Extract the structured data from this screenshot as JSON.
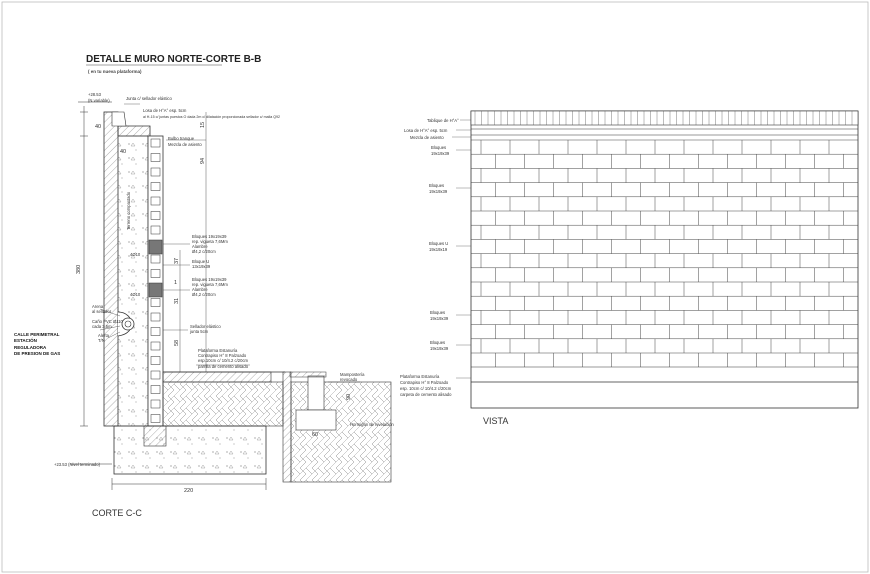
{
  "drawing": {
    "title": "DETALLE MURO NORTE-CORTE B-B",
    "subtitle": "( en tu nueva plataforma)",
    "left_view_caption": "CORTE C-C",
    "right_view_caption": "VISTA"
  },
  "section_labels": {
    "top_level": "+28.53",
    "top_level_note": "(N.variable)",
    "junta": "Junta c/ sellador elástico",
    "losa_hv": "Losa de H°A° esp. 5cm",
    "losa_detail": "al H-15 c/ juntas puestos O dada 2m c/ dilatación proporcionada sellador c/ malla Q92",
    "bulbo": "Bulbo tranque",
    "mezcla": "Mezcla de asiento",
    "terreno": "Terreno compactado",
    "bloque_1": "Bloques 19x19x39",
    "bloque_1_detail": "rep. vigueta 7,6Mm",
    "bloque_1_alambre": "Alambre",
    "bloque_1_esp": "Ø4,2 c/20cm",
    "bloque_u": "Bloque U",
    "bloque_u_size": "13x19x39",
    "bloque_2": "Bloques 19x19x39",
    "bloque_2_detail": "rep. vigueta 7,6Mm",
    "bloque_2_alambre": "Alambre",
    "bloque_2_esp": "Ø4,2 c/20cm",
    "sellador": "Sellador elástico",
    "sellador_junta": "junta 5cm",
    "arena": "Arena",
    "arena_2": "al sellador",
    "caño": "Caño PVC Ø110",
    "caño_2": "cada 3,5m",
    "alerta": "Alerta",
    "alerta_2": "T/N",
    "calle_1": "CALLE PERIMETRAL",
    "calle_2": "ESTACIÓN",
    "calle_3": "REGULADORA",
    "calle_4": "DE PRESION DE GAS",
    "plataforma_1": "Plataforma Estanuría",
    "plataforma_2": "Contrapiso H° 8 Palzoado",
    "plataforma_3": "esp.10cm c/ 10/4.2 c/20cm",
    "plataforma_4": "parrilla de cemento alisado",
    "mamposteria_1": "Mampostería",
    "mamposteria_2": "revocado",
    "hormigon": "Hormigón de nivelación",
    "bottom_level": "+23.53 (Nivel terminado)",
    "dim_40_top": "40",
    "dim_40_mid": "40",
    "dim_380": "380",
    "dim_15": "15",
    "dim_94": "94",
    "dim_37": "37",
    "dim_31": "31",
    "dim_58": "58",
    "dim_1": "1",
    "dim_220": "220",
    "dim_60": "60",
    "dim_90": "90",
    "armado_1": "4Ø10",
    "armado_2": "4Ø10"
  },
  "elevation_labels": {
    "tablique": "Tablique de H°A°",
    "losa": "Losa de H°A° esp. 5cm",
    "mezcla": "Mezcla de asiento",
    "bloque_a": "Bloques",
    "bloque_a_size": "19x19x39",
    "bloque_b": "Bloques",
    "bloque_b_size": "19x19x39",
    "bloque_u": "Bloques U",
    "bloque_u_size": "19x19x19",
    "bloque_c": "Bloques",
    "bloque_c_size": "19x19x39",
    "bloque_d": "Bloques",
    "bloque_d_size": "19x19x39",
    "plataforma_1": "Plataforma Estanuría",
    "plataforma_2": "Contrapiso H° 8 Palzoado",
    "plataforma_3": "esp. 10cm c/ 10/4.2 c/20cm",
    "plataforma_4": "carpeta de cemento alisado"
  }
}
